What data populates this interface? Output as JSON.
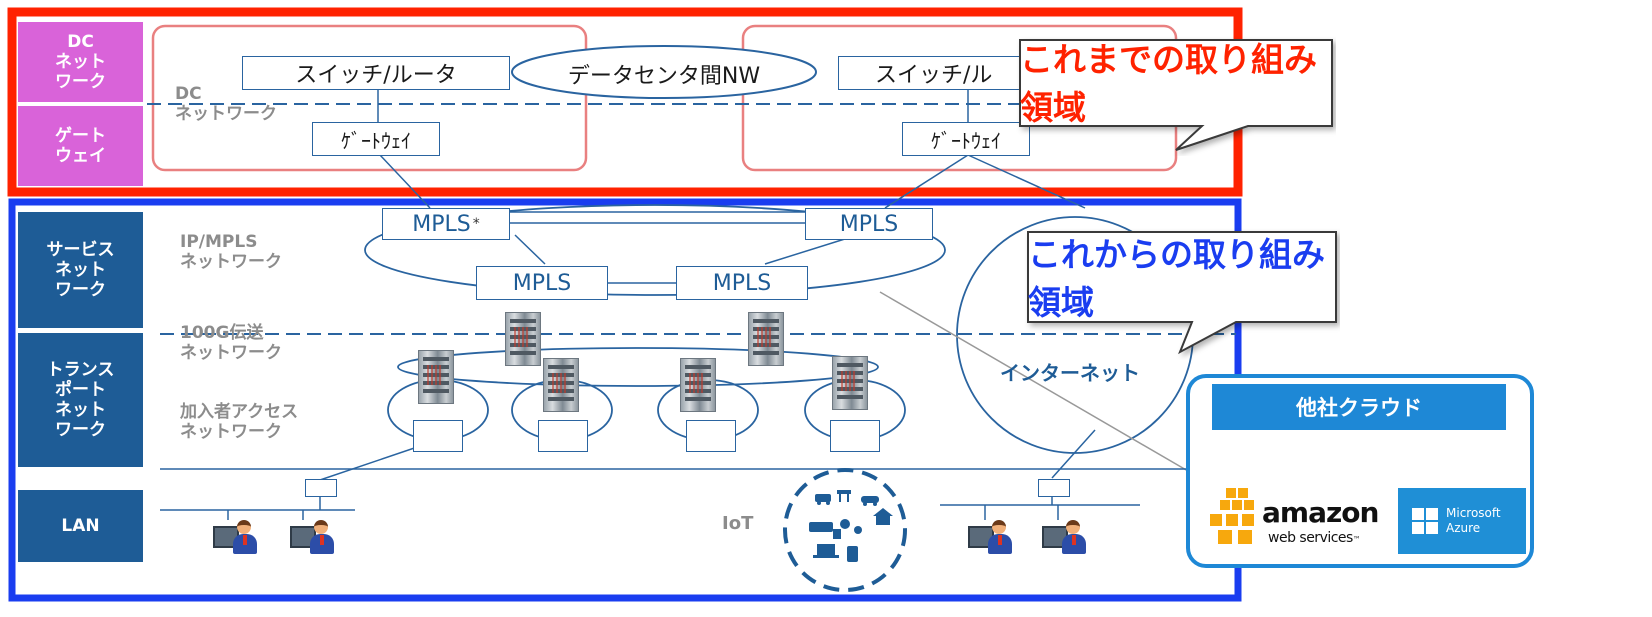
{
  "sidebar": {
    "dc_network": "DC\nネット\nワーク",
    "gateway": "ゲート\nウェイ",
    "service_network": "サービス\nネット\nワーク",
    "transport_network": "トランス\nポート\nネット\nワーク",
    "lan": "LAN"
  },
  "layers": {
    "dc_network": "DC\nネットワーク",
    "ip_mpls": "IP/MPLS\nネットワーク",
    "transmission_100g": "100G伝送\nネットワーク",
    "subscriber_access": "加入者アクセス\nネットワーク"
  },
  "dc": {
    "switch_router_left": "スイッチ/ルータ",
    "switch_router_right": "スイッチ/ル",
    "inter_dc_nw": "データセンタ間NW",
    "gateway_left": "ｹﾞｰﾄｳｪｲ",
    "gateway_right": "ｹﾞｰﾄｳｪｲ"
  },
  "mpls": {
    "node_1": "MPLS",
    "node_1_mark": "*",
    "node_2": "MPLS",
    "node_3": "MPLS",
    "node_4": "MPLS"
  },
  "internet": "インターネット",
  "iot": "IoT",
  "callouts": {
    "current_scope": "これまでの取り組み領域",
    "future_scope": "これからの取り組み領域"
  },
  "cloud": {
    "title": "他社クラウド",
    "aws_line1": "amazon",
    "aws_line2": "web services",
    "aws_tm": "™",
    "azure_line1": "Microsoft",
    "azure_line2": "Azure"
  },
  "colors": {
    "red_frame": "#ff2200",
    "blue_frame": "#1a3df0",
    "dc_box": "#e98080",
    "sidebar_pink": "#d963d9",
    "sidebar_navy": "#1e5c96",
    "line_blue": "#2a64a0",
    "cloud_header": "#1e88d6",
    "callout_red_text": "#ff2200",
    "callout_blue_text": "#1a3df0"
  }
}
